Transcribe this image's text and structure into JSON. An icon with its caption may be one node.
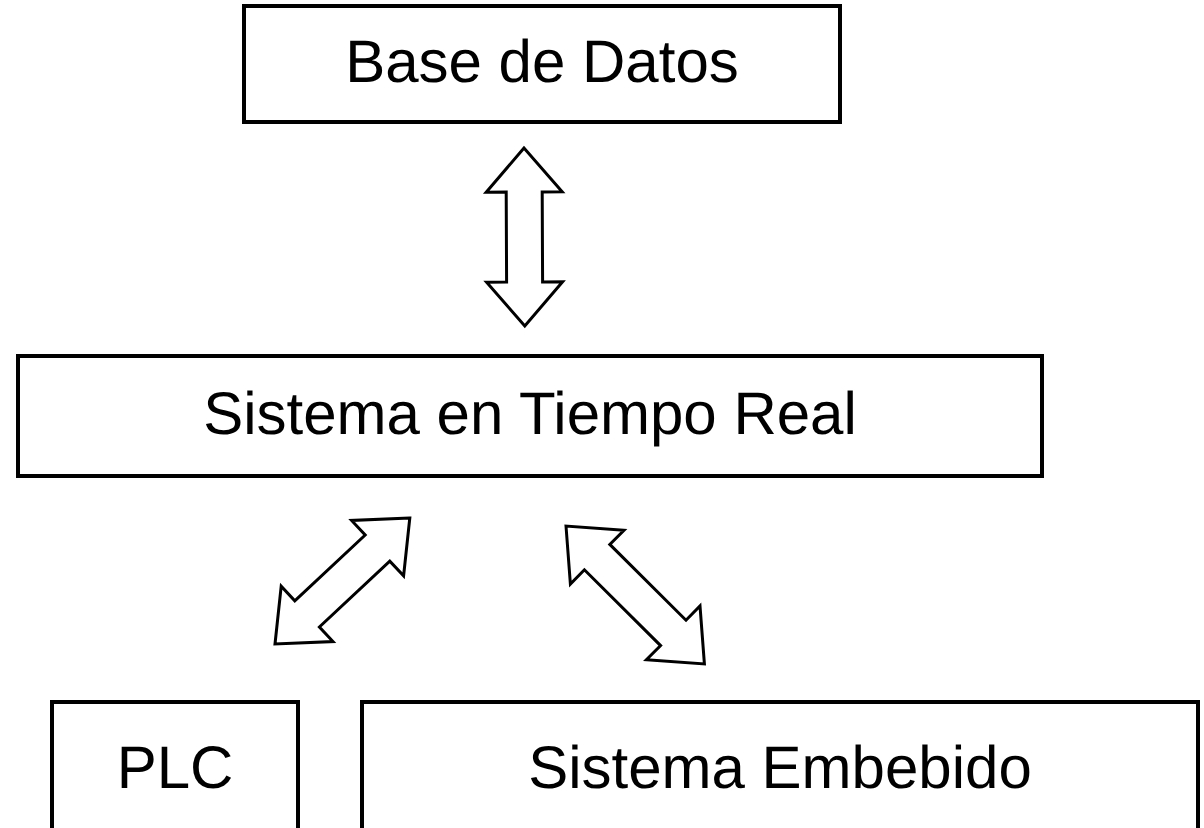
{
  "diagram": {
    "nodes": [
      {
        "text": [
          "Base de Datos"
        ]
      },
      {
        "text": [
          "Sistema en Tiempo Real"
        ]
      },
      {
        "text": [
          "PLC"
        ]
      },
      {
        "text": [
          "Sistema Embebido"
        ]
      }
    ],
    "edges": [
      {
        "from": 0,
        "to": 1,
        "arrow": "both"
      },
      {
        "from": 1,
        "to": 2,
        "arrow": "both"
      },
      {
        "from": 1,
        "to": 3,
        "arrow": "both"
      }
    ]
  }
}
